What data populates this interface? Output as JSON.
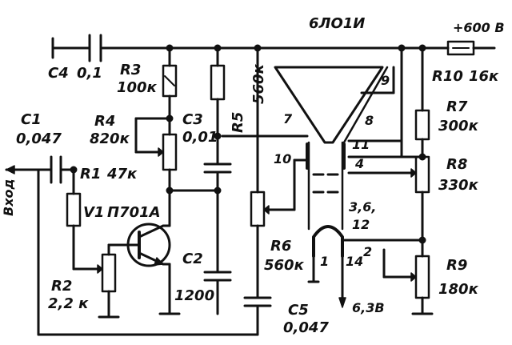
{
  "tube": {
    "name": "6ЛО1И",
    "supply": "+600 В"
  },
  "components": {
    "C1": {
      "ref": "C1",
      "value": "0,047"
    },
    "C2": {
      "ref": "C2",
      "value": "1200"
    },
    "C3": {
      "ref": "C3",
      "value": "0,01"
    },
    "C4": {
      "ref": "C4",
      "value": "0,1"
    },
    "C5": {
      "ref": "C5",
      "value": "0,047"
    },
    "R1": {
      "ref": "R1",
      "value": "47к"
    },
    "R2": {
      "ref": "R2",
      "value": "2,2 к"
    },
    "R3": {
      "ref": "R3",
      "value": "100к"
    },
    "R4": {
      "ref": "R4",
      "value": "820к"
    },
    "R5": {
      "ref": "R5",
      "value": "560к"
    },
    "R6": {
      "ref": "R6",
      "value": "560к"
    },
    "R7": {
      "ref": "R7",
      "value": "300к"
    },
    "R8": {
      "ref": "R8",
      "value": "330к"
    },
    "R9": {
      "ref": "R9",
      "value": "180к"
    },
    "R10": {
      "ref": "R10",
      "value": "16к"
    },
    "V1": {
      "ref": "V1",
      "value": "П701А"
    }
  },
  "pins": {
    "p1": "1",
    "p2": "2",
    "p3612": "3,6,",
    "p12": "12",
    "p7": "7",
    "p8": "8",
    "p9": "9",
    "p10": "10",
    "p11": "11",
    "p4": "4",
    "p14": "14"
  },
  "heater": "6,3В",
  "input_label": "Вход",
  "colors": {
    "ink": "#111111",
    "paper": "#ffffff"
  }
}
